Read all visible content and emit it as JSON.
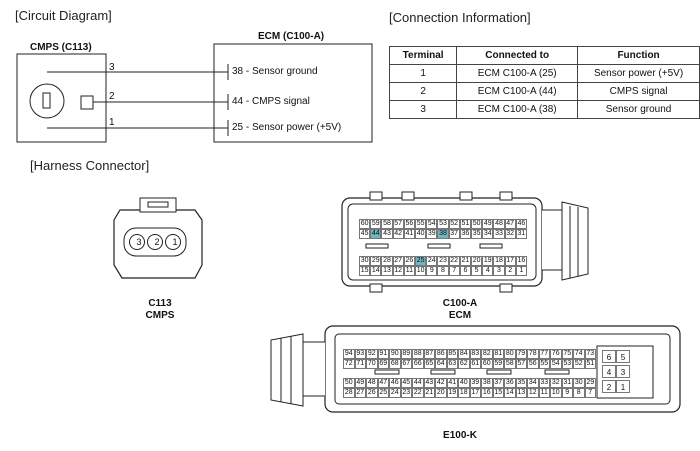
{
  "sections": {
    "circuit": "[Circuit Diagram]",
    "connection": "[Connection Information]",
    "harness": "[Harness Connector]"
  },
  "circuit": {
    "cmps_label": "CMPS (C113)",
    "ecm_label": "ECM (C100-A)",
    "wire_numbers": [
      "3",
      "2",
      "1"
    ],
    "ecm_pins": [
      "38 - Sensor ground",
      "44 -  CMPS signal",
      "25 -  Sensor power (+5V)"
    ]
  },
  "table": {
    "headers": [
      "Terminal",
      "Connected to",
      "Function"
    ],
    "rows": [
      [
        "1",
        "ECM C100-A (25)",
        "Sensor power (+5V)"
      ],
      [
        "2",
        "ECM C100-A (44)",
        "CMPS signal"
      ],
      [
        "3",
        "ECM C100-A (38)",
        "Sensor ground"
      ]
    ]
  },
  "c113": {
    "pins": [
      "3",
      "2",
      "1"
    ],
    "caption_1": "C113",
    "caption_2": "CMPS"
  },
  "c100a": {
    "row1": [
      "60",
      "59",
      "58",
      "57",
      "56",
      "55",
      "54",
      "53",
      "52",
      "51",
      "50",
      "49",
      "48",
      "47",
      "46"
    ],
    "row2": [
      "45",
      "44",
      "43",
      "42",
      "41",
      "40",
      "39",
      "38",
      "37",
      "36",
      "35",
      "34",
      "33",
      "32",
      "31"
    ],
    "row3": [
      "30",
      "29",
      "28",
      "27",
      "26",
      "25",
      "24",
      "23",
      "22",
      "21",
      "20",
      "19",
      "18",
      "17",
      "16"
    ],
    "row4": [
      "15",
      "14",
      "13",
      "12",
      "11",
      "10",
      "9",
      "8",
      "7",
      "6",
      "5",
      "4",
      "3",
      "2",
      "1"
    ],
    "highlighted": [
      "44",
      "38",
      "25"
    ],
    "caption_1": "C100-A",
    "caption_2": "ECM"
  },
  "e100k": {
    "row1": [
      "94",
      "93",
      "92",
      "91",
      "90",
      "89",
      "88",
      "87",
      "86",
      "85",
      "84",
      "83",
      "82",
      "81",
      "80",
      "79",
      "78",
      "77",
      "76",
      "75",
      "74",
      "73"
    ],
    "row2": [
      "72",
      "71",
      "70",
      "69",
      "68",
      "67",
      "66",
      "65",
      "64",
      "63",
      "62",
      "61",
      "60",
      "59",
      "58",
      "57",
      "56",
      "55",
      "54",
      "53",
      "52",
      "51"
    ],
    "row3": [
      "50",
      "49",
      "48",
      "47",
      "46",
      "45",
      "44",
      "43",
      "42",
      "41",
      "40",
      "39",
      "38",
      "37",
      "36",
      "35",
      "34",
      "33",
      "32",
      "31",
      "30",
      "29"
    ],
    "row4": [
      "28",
      "27",
      "26",
      "25",
      "24",
      "23",
      "22",
      "21",
      "20",
      "19",
      "18",
      "17",
      "16",
      "15",
      "14",
      "13",
      "12",
      "11",
      "10",
      "9",
      "8",
      "7"
    ],
    "side": [
      [
        "6",
        "5"
      ],
      [
        "4",
        "3"
      ],
      [
        "2",
        "1"
      ]
    ],
    "caption": "E100-K"
  }
}
